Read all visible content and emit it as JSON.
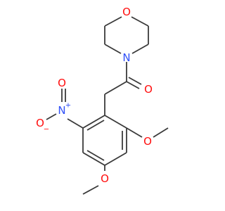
{
  "colors": {
    "bond": "#3a3a3a",
    "oxygen": "#ff0d0d",
    "nitrogen": "#3050f8",
    "background": "#ffffff"
  },
  "atoms": {
    "morpholine_o": "O",
    "morpholine_n": "N",
    "carbonyl_o": "O",
    "nitro_n": "N",
    "nitro_n_charge": "+",
    "nitro_o_double": "O",
    "nitro_o_single": "O",
    "nitro_o_charge": "−",
    "methoxy_o_1": "O",
    "methoxy_o_2": "O"
  }
}
